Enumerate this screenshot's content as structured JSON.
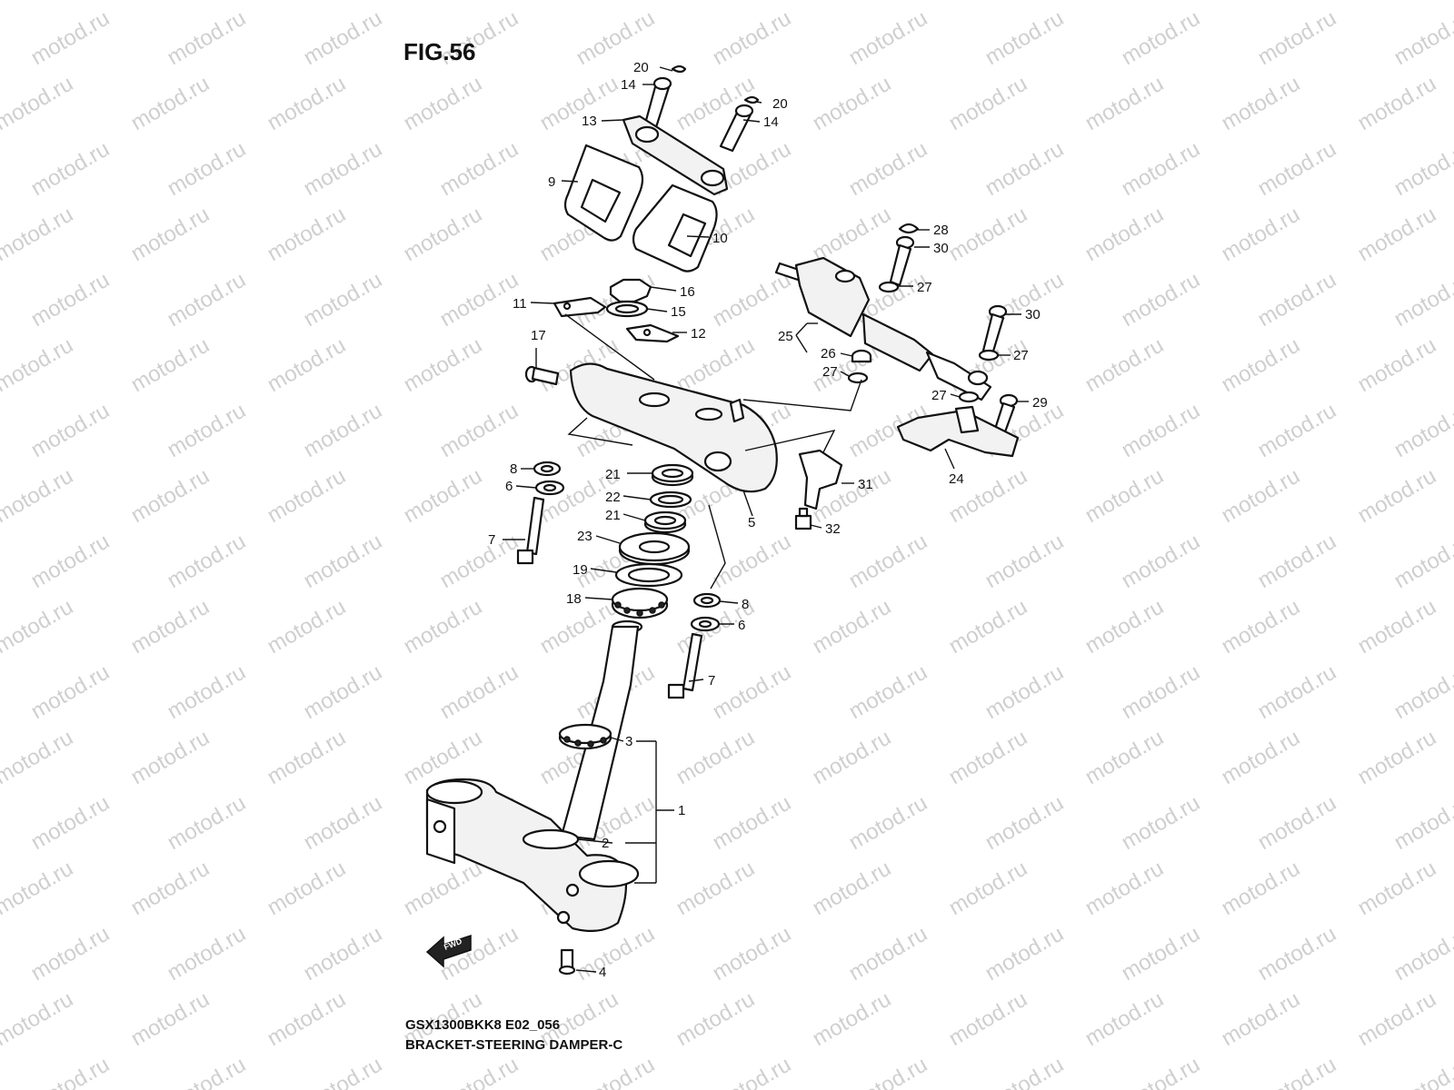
{
  "figure": {
    "title": "FIG.56",
    "code": "GSX1300BKK8 E02_056",
    "name": "BRACKET-STEERING DAMPER-C"
  },
  "watermark": "motod.ru",
  "fwd_label": "FWD",
  "callouts": [
    "20",
    "14",
    "20",
    "14",
    "13",
    "9",
    "10",
    "28",
    "30",
    "27",
    "16",
    "11",
    "15",
    "12",
    "25",
    "26",
    "27",
    "30",
    "27",
    "17",
    "27",
    "29",
    "24",
    "8",
    "21",
    "6",
    "22",
    "5",
    "31",
    "21",
    "7",
    "23",
    "32",
    "19",
    "18",
    "8",
    "6",
    "7",
    "3",
    "1",
    "2",
    "4"
  ]
}
